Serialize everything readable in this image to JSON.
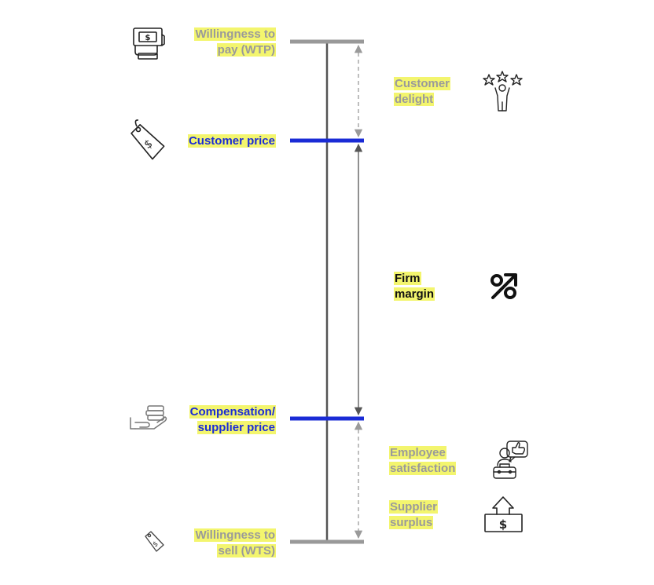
{
  "labels": {
    "wtp": [
      "Willingness to",
      "pay (WTP)"
    ],
    "customer_price": [
      "Customer price"
    ],
    "compensation": [
      "Compensation/",
      "supplier price"
    ],
    "wts": [
      "Willingness to",
      "sell (WTS)"
    ],
    "customer_delight": [
      "Customer",
      "delight"
    ],
    "firm_margin": [
      "Firm",
      "margin"
    ],
    "employee_satisfaction": [
      "Employee",
      "satisfaction"
    ],
    "supplier_surplus": [
      "Supplier",
      "surplus"
    ]
  },
  "colors": {
    "highlight": "#f3f56e",
    "gray": "#9a9a9a",
    "blue": "#1a2bd6",
    "black": "#111111",
    "axis": "#555555"
  },
  "icons": {
    "wtp": "cash-in-hand-icon",
    "customer_price": "price-tag-icon",
    "compensation": "coins-in-hand-icon",
    "wts": "small-price-tag-icon",
    "customer_delight": "person-with-stars-icon",
    "firm_margin": "percent-arrow-icon",
    "employee_satisfaction": "employee-thumbs-up-icon",
    "supplier_surplus": "dollar-box-arrow-up-icon"
  }
}
